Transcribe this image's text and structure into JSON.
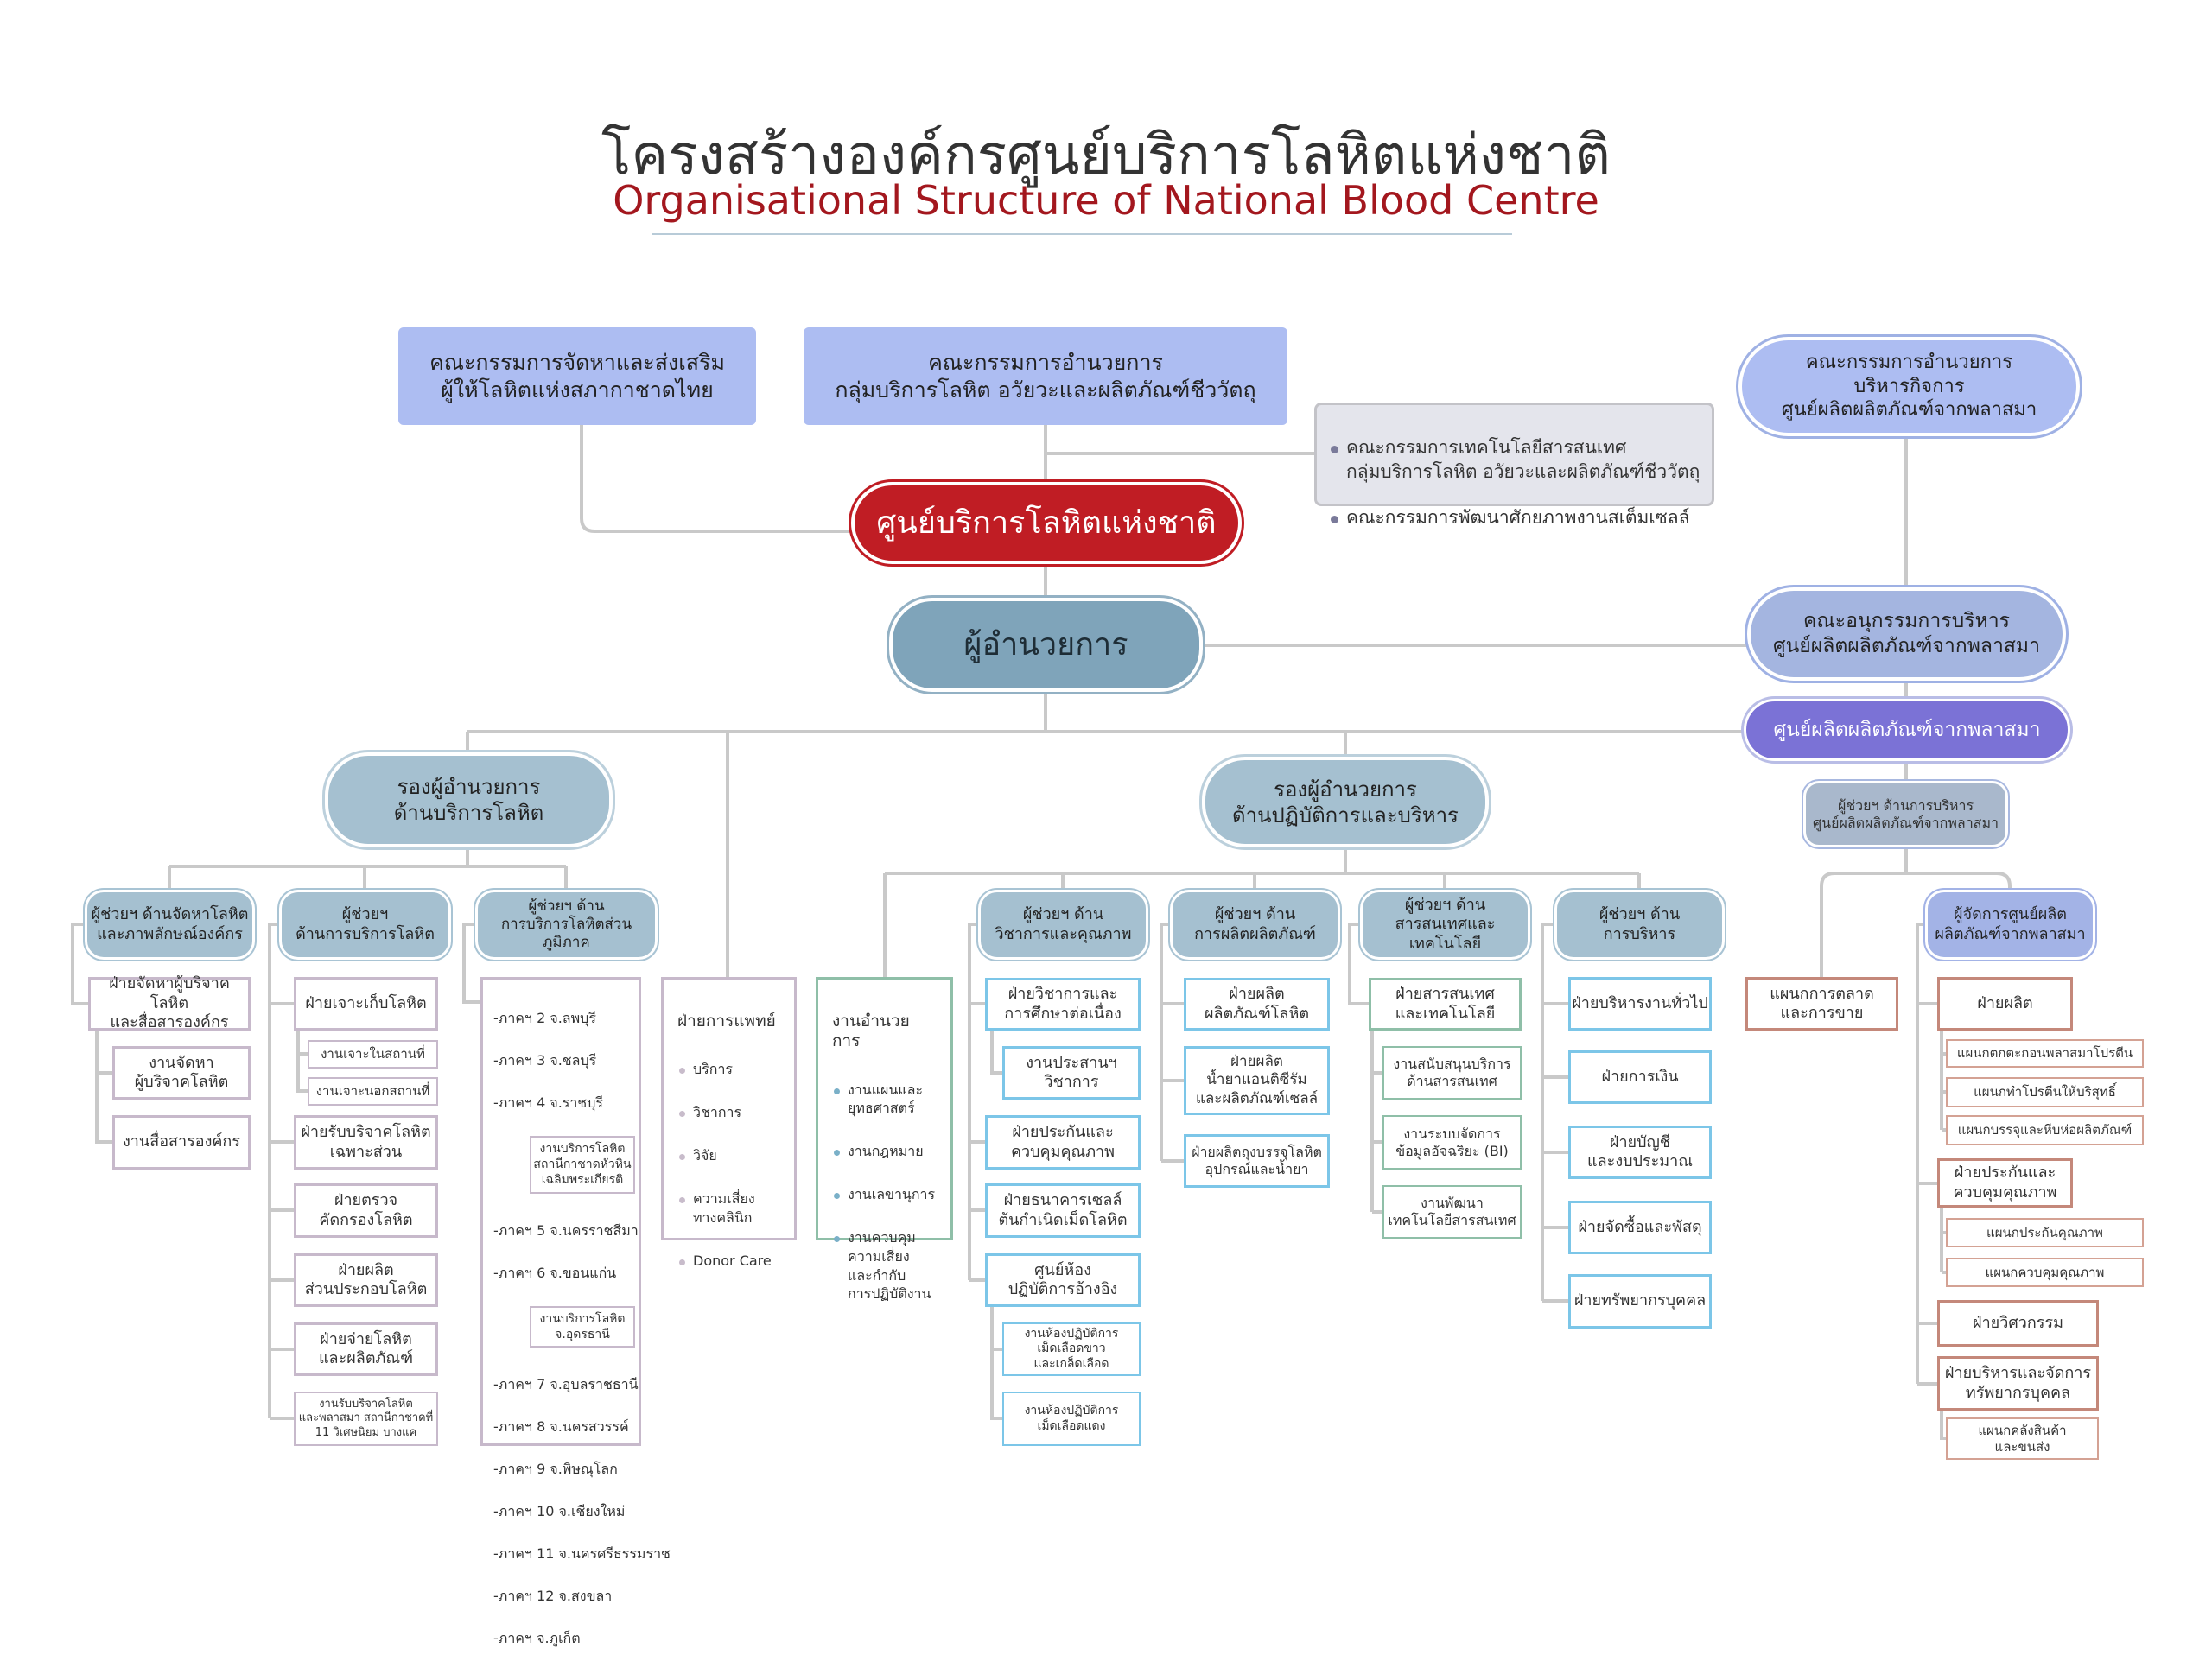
{
  "header": {
    "title_th": "โครงสร้างองค์กรศูนย์บริการโลหิตแห่งชาติ",
    "title_en": "Organisational Structure of National Blood Centre"
  },
  "board": {
    "donor_committee": "คณะกรรมการจัดหาและส่งเสริม\nผู้ให้โลหิตแห่งสภากาชาดไทย",
    "exec_committee": "คณะกรรมการอำนวยการ\nกลุ่มบริการโลหิต อวัยวะและผลิตภัณฑ์ชีววัตถุ",
    "sub_committees": [
      "คณะกรรมการเทคโนโลยีสารสนเทศ\nกลุ่มบริการโลหิต อวัยวะและผลิตภัณฑ์ชีววัตถุ",
      "คณะกรรมการพัฒนาศักยภาพงานสเต็มเซลล์"
    ]
  },
  "centre": "ศูนย์บริการโลหิตแห่งชาติ",
  "director": "ผู้อำนวยการ",
  "plasma": {
    "board": "คณะกรรมการอำนวยการ\nบริหารกิจการ\nศูนย์ผลิตผลิตภัณฑ์จากพลาสมา",
    "subcommittee": "คณะอนุกรรมการบริหาร\nศูนย์ผลิตผลิตภัณฑ์จากพลาสมา",
    "centre": "ศูนย์ผลิตผลิตภัณฑ์จากพลาสมา",
    "assistant": "ผู้ช่วยฯ ด้านการบริหาร\nศูนย์ผลิตผลิตภัณฑ์จากพลาสมา",
    "marketing": "แผนกการตลาด\nและการขาย",
    "manager": "ผู้จัดการศูนย์ผลิต\nผลิตภัณฑ์จากพลาสมา",
    "divisions": [
      {
        "name": "ฝ่ายผลิต",
        "units": [
          "แผนกตกตะกอนพลาสมาโปรตีน",
          "แผนกทำโปรตีนให้บริสุทธิ์",
          "แผนกบรรจุและหีบห่อผลิตภัณฑ์"
        ]
      },
      {
        "name": "ฝ่ายประกันและ\nควบคุมคุณภาพ",
        "units": [
          "แผนกประกันคุณภาพ",
          "แผนกควบคุมคุณภาพ"
        ]
      },
      {
        "name": "ฝ่ายวิศวกรรม",
        "units": []
      },
      {
        "name": "ฝ่ายบริหารและจัดการ\nทรัพยากรบุคคล",
        "units": [
          "แผนกคลังสินค้า\nและขนส่ง"
        ]
      }
    ]
  },
  "deputy_blood": {
    "title": "รองผู้อำนวยการ\nด้านบริการโลหิต",
    "assistants": [
      {
        "title": "ผู้ช่วยฯ ด้านจัดหาโลหิต\nและภาพลักษณ์องค์กร",
        "division": "ฝ่ายจัดหาผู้บริจาคโลหิต\nและสื่อสารองค์กร",
        "units": [
          "งานจัดหา\nผู้บริจาคโลหิต",
          "งานสื่อสารองค์กร"
        ]
      },
      {
        "title": "ผู้ช่วยฯ\nด้านการบริการโลหิต",
        "divisions": [
          "ฝ่ายเจาะเก็บโลหิต",
          "ฝ่ายรับบริจาคโลหิต\nเฉพาะส่วน",
          "ฝ่ายตรวจ\nคัดกรองโลหิต",
          "ฝ่ายผลิต\nส่วนประกอบโลหิต",
          "ฝ่ายจ่ายโลหิต\nและผลิตภัณฑ์",
          "งานรับบริจาคโลหิต\nและพลาสมา สถานีกาชาดที่\n11 วิเศษนิยม บางแค"
        ],
        "units": [
          "งานเจาะในสถานที่",
          "งานเจาะนอกสถานที่"
        ]
      },
      {
        "title": "ผู้ช่วยฯ ด้าน\nการบริการโลหิตส่วนภูมิภาค",
        "regions_a": [
          "-ภาคฯ 2 จ.ลพบุรี",
          "-ภาคฯ 3 จ.ชลบุรี",
          "-ภาคฯ 4 จ.ราชบุรี"
        ],
        "sub_a": "งานบริการโลหิต\nสถานีกาชาดหัวหิน\nเฉลิมพระเกียรติ",
        "regions_b": [
          "-ภาคฯ 5 จ.นครราชสีมา",
          "-ภาคฯ 6 จ.ขอนแก่น"
        ],
        "sub_b": "งานบริการโลหิต\nจ.อุดรธานี",
        "regions_c": [
          "-ภาคฯ 7 จ.อุบลราชธานี",
          "-ภาคฯ 8 จ.นครสวรรค์",
          "-ภาคฯ 9 จ.พิษณุโลก",
          "-ภาคฯ 10 จ.เชียงใหม่",
          "-ภาคฯ 11 จ.นครศรีธรรมราช",
          "-ภาคฯ 12 จ.สงขลา",
          "-ภาคฯ จ.ภูเก็ต"
        ]
      }
    ]
  },
  "medical": {
    "title": "ฝ่ายการแพทย์",
    "items": [
      "บริการ",
      "วิชาการ",
      "วิจัย",
      "ความเสี่ยง\nทางคลินิก",
      "Donor Care"
    ]
  },
  "deputy_ops": {
    "title": "รองผู้อำนวยการ\nด้านปฏิบัติการและบริหาร",
    "admin_office": {
      "title": "งานอำนวยการ",
      "items": [
        "งานแผนและ\nยุทธศาสตร์",
        "งานกฎหมาย",
        "งานเลขานุการ",
        "งานควบคุม\nความเสี่ยง\nและกำกับ\nการปฏิบัติงาน"
      ]
    },
    "assistants": [
      {
        "title": "ผู้ช่วยฯ ด้าน\nวิชาการและคุณภาพ",
        "items": [
          "ฝ่ายวิชาการและ\nการศึกษาต่อเนื่อง",
          "งานประสานฯ\nวิชาการ",
          "ฝ่ายประกันและ\nควบคุมคุณภาพ",
          "ฝ่ายธนาคารเซลล์\nต้นกำเนิดเม็ดโลหิต",
          "ศูนย์ห้อง\nปฏิบัติการอ้างอิง",
          "งานห้องปฏิบัติการ\nเม็ดเลือดขาว\nและเกล็ดเลือด",
          "งานห้องปฏิบัติการ\nเม็ดเลือดแดง"
        ]
      },
      {
        "title": "ผู้ช่วยฯ ด้าน\nการผลิตผลิตภัณฑ์",
        "items": [
          "ฝ่ายผลิต\nผลิตภัณฑ์โลหิต",
          "ฝ่ายผลิต\nน้ำยาแอนติซีรัม\nและผลิตภัณฑ์เซลล์",
          "ฝ่ายผลิตถุงบรรจุโลหิต\nอุปกรณ์และน้ำยา"
        ]
      },
      {
        "title": "ผู้ช่วยฯ ด้าน\nสารสนเทศและเทคโนโลยี",
        "items": [
          "ฝ่ายสารสนเทศ\nและเทคโนโลยี",
          "งานสนับสนุนบริการ\nด้านสารสนเทศ",
          "งานระบบจัดการ\nข้อมูลอัจฉริยะ (BI)",
          "งานพัฒนา\nเทคโนโลยีสารสนเทศ"
        ]
      },
      {
        "title": "ผู้ช่วยฯ ด้าน\nการบริหาร",
        "items": [
          "ฝ่ายบริหารงานทั่วไป",
          "ฝ่ายการเงิน",
          "ฝ่ายบัญชี\nและงบประมาณ",
          "ฝ่ายจัดซื้อและพัสดุ",
          "ฝ่ายทรัพยากรบุคคล"
        ]
      }
    ]
  },
  "colors": {
    "centre_red": "#c01d24",
    "title_red": "#a3171e",
    "committee_blue": "#adbdf2",
    "plasma_purple": "#7b72d6",
    "director_blue": "#7fa4ba",
    "deputy_blue": "#a5c0d0"
  }
}
